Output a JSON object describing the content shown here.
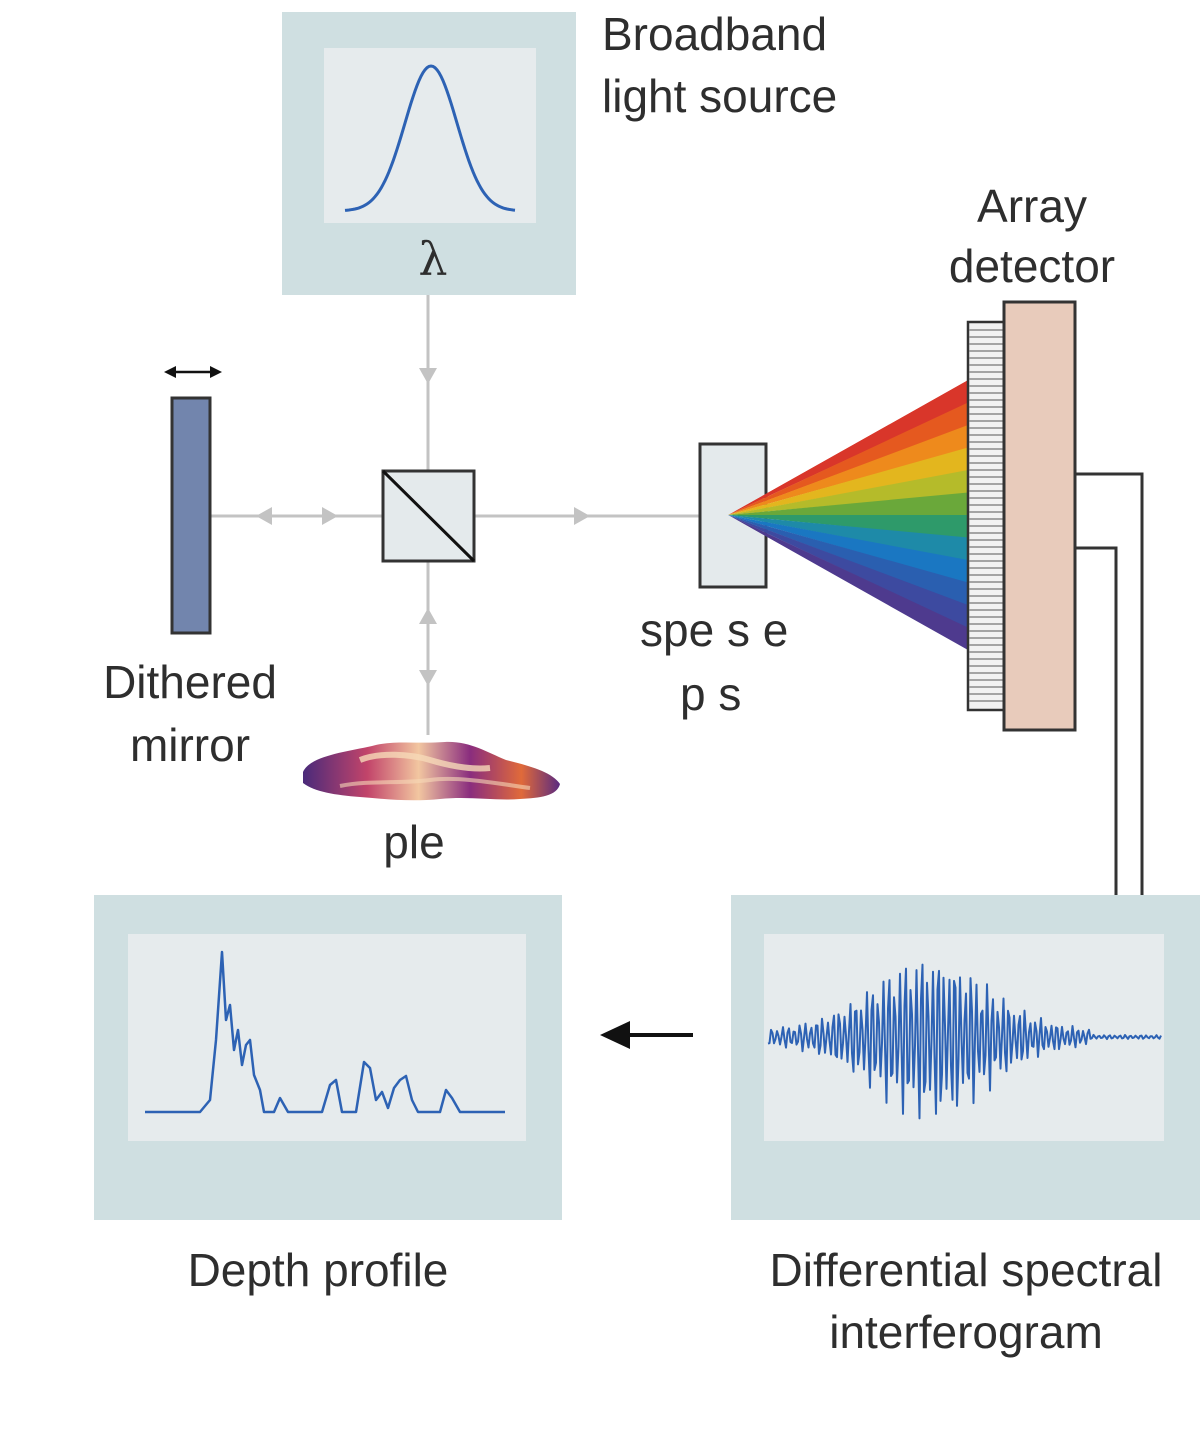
{
  "colors": {
    "panel_outer": "#cfdfe1",
    "panel_inner": "#e6ebed",
    "trace": "#2d62b4",
    "beam": "#c3c3c3",
    "mirror_fill": "#7285ad",
    "detector_body": "#e8cbbb",
    "detector_grating": "#f2f2f2",
    "spectrometer_fill": "#e4eaec",
    "outline": "#333333"
  },
  "icons": {
    "mirror_motion": "double-arrow-icon",
    "flow": "left-arrow-icon"
  },
  "labels": {
    "light_source_line1": "Broadband",
    "light_source_line2": "light source",
    "wavelength_axis": "λ",
    "detector_line1": "Array",
    "detector_line2": "detector",
    "mirror_line1": "Dithered",
    "mirror_line2": "mirror",
    "spectrometer_line1": "spe s e",
    "spectrometer_line2": "p s",
    "sample": "ple",
    "depth_profile": "Depth profile",
    "interferogram_line1": "Differential spectral",
    "interferogram_line2": "interferogram"
  }
}
